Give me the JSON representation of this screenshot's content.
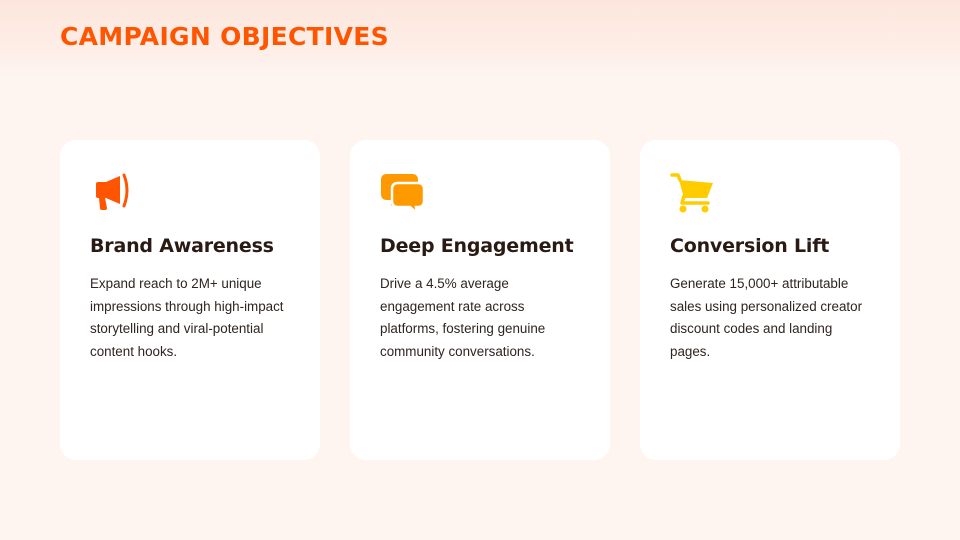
{
  "slide": {
    "title": "CAMPAIGN OBJECTIVES"
  },
  "colors": {
    "accent": "#ff5500",
    "megaphone": "#ff5500",
    "chat": "#ff9900",
    "cart": "#ffcc00",
    "background": "#fef5f0",
    "card": "#ffffff",
    "heading": "#2a1a14"
  },
  "cards": [
    {
      "icon": "megaphone-icon",
      "title": "Brand Awareness",
      "text": "Expand reach to 2M+ unique impressions through high-impact storytelling and viral-potential content hooks."
    },
    {
      "icon": "chat-bubbles-icon",
      "title": "Deep Engagement",
      "text": "Drive a 4.5% average engagement rate across platforms, fostering genuine community conversations."
    },
    {
      "icon": "shopping-cart-icon",
      "title": "Conversion Lift",
      "text": "Generate 15,000+ attributable sales using personalized creator discount codes and landing pages."
    }
  ]
}
